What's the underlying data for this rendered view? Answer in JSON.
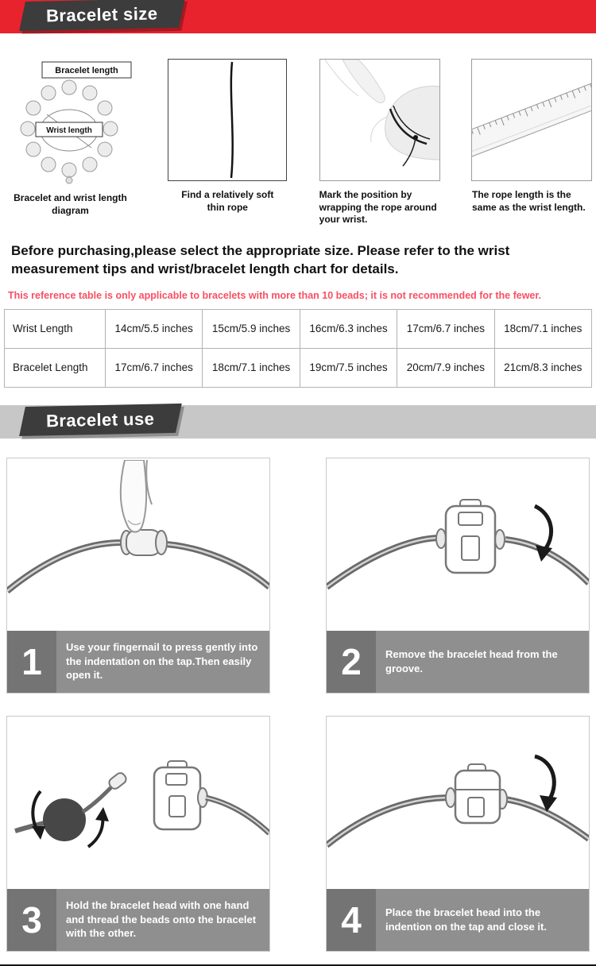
{
  "colors": {
    "band_red": "#e8232e",
    "band_gray": "#c7c7c7",
    "ribbon_dark": "#3c3c3c",
    "notice_red": "#f94f63",
    "caption_bar_gray": "#8f8f8f",
    "number_box_gray": "#747474"
  },
  "size_section": {
    "header": "Bracelet size",
    "diagram_labels": {
      "bracelet": "Bracelet length",
      "wrist": "Wrist length"
    },
    "steps": [
      {
        "caption": "Bracelet and wrist length diagram"
      },
      {
        "caption": "Find a relatively soft thin rope"
      },
      {
        "caption": "Mark the position by wrapping the rope around your wrist."
      },
      {
        "caption": "The rope length is the same as the wrist length."
      }
    ],
    "intro_bold": "Before purchasing,please select the appropriate size. Please refer to the wrist measurement tips and wrist/bracelet length chart for details.",
    "table_notice": "This reference table is only applicable to bracelets with more than 10 beads; it is not recommended for the fewer.",
    "table": {
      "rows": [
        {
          "header": "Wrist Length",
          "cells": [
            "14cm/5.5 inches",
            "15cm/5.9 inches",
            "16cm/6.3 inches",
            "17cm/6.7 inches",
            "18cm/7.1 inches"
          ]
        },
        {
          "header": "Bracelet Length",
          "cells": [
            "17cm/6.7 inches",
            "18cm/7.1 inches",
            "19cm/7.5 inches",
            "20cm/7.9 inches",
            "21cm/8.3 inches"
          ]
        }
      ]
    }
  },
  "use_section": {
    "header": "Bracelet use",
    "steps": [
      {
        "number": "1",
        "text": "Use your fingernail to press gently into the indentation on the tap.Then easily open it."
      },
      {
        "number": "2",
        "text": "Remove the bracelet head from the groove."
      },
      {
        "number": "3",
        "text": "Hold the bracelet head with one hand and thread the beads onto the bracelet with the other."
      },
      {
        "number": "4",
        "text": "Place the bracelet head into the indention on the tap and close it."
      }
    ]
  }
}
